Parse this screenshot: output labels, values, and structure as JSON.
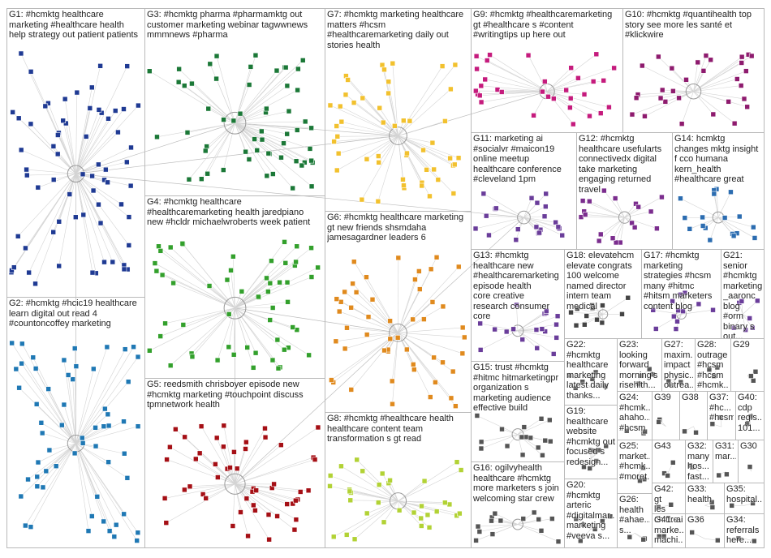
{
  "groups": [
    {
      "id": "G1",
      "label": "G1: #hcmktg healthcare\nmarketing #healthcare health\nhelp strategy out patient patients",
      "color": "#1f3a93"
    },
    {
      "id": "G2",
      "label": "G2: #hcmktg #hcic19 healthcare\nlearn digital out read 4\n#countoncoffey marketing",
      "color": "#1f78b4"
    },
    {
      "id": "G3",
      "label": "G3: #hcmktg pharma #pharmamktg out\ncustomer marketing webinar tagwwnews\nmmmnews #pharma",
      "color": "#1b7837"
    },
    {
      "id": "G4",
      "label": "G4: #hcmktg healthcare\n#healthcaremarketing health jaredpiano\nnew #hcldr michaelwroberts week patient",
      "color": "#33a02c"
    },
    {
      "id": "G5",
      "label": "G5: reedsmith chrisboyer episode new\n#hcmktg marketing #touchpoint discuss\ntpmnetwork health",
      "color": "#a50f15"
    },
    {
      "id": "G6",
      "label": "G6: #hcmktg healthcare marketing\ngt new friends shsmdaha\njamesagardner leaders 6",
      "color": "#e08a1e"
    },
    {
      "id": "G7",
      "label": "G7: #hcmktg marketing healthcare\nmatters #hcsm\n#healthcaremarketing daily out\nstories health",
      "color": "#f2c12e"
    },
    {
      "id": "G8",
      "label": "G8: #hcmktg #healthcare health\nhealthcare content team\ntransformation s gt read",
      "color": "#b2d235"
    },
    {
      "id": "G9",
      "label": "G9: #hcmktg #healthcaremarketing\ngt #healthcare s #content\n#writingtips up here out",
      "color": "#c51b7d"
    },
    {
      "id": "G10",
      "label": "G10: #hcmktg #quantihealth top\nstory see more les santé et\n#klickwire",
      "color": "#8e1b6e"
    },
    {
      "id": "G11",
      "label": "G11: marketing ai\n#socialvr #maicon19\nonline meetup\nhealthcare conference\n#cleveland 1pm",
      "color": "#6a3d9a"
    },
    {
      "id": "G12",
      "label": "G12: #hcmktg\nhealthcare usefularts\nconnectivedx digital\ntake marketing\nengaging returned\ntravel",
      "color": "#7b2d8e"
    },
    {
      "id": "G14",
      "label": "G14: hcmktg\nchanges mktg insight\nf cco humana\nkern_health\n#healthcare great",
      "color": "#2b6cb0"
    },
    {
      "id": "G13",
      "label": "G13: #hcmktg\nhealthcare new\n#healthcaremarketing\nepisode health\ncore creative\nresearch consumer\ncore",
      "color": "#6a3d9a"
    },
    {
      "id": "G18",
      "label": "G18: elevatehcm\nelevate congrats\n100 welcome\nnamed director\nintern team\nmedical",
      "color": "#444444"
    },
    {
      "id": "G17",
      "label": "G17: #hcmktg\nmarketing\nstrategies #hcsm\nmany #hitmc\n#hitsm marketers\ncontent blog",
      "color": "#6a3d9a"
    },
    {
      "id": "G21",
      "label": "G21:\nsenior\n#hcmktg\nmarketing\n_aaronc\nblog #orm\nbinary s\nout...",
      "color": "#6a3d9a"
    },
    {
      "id": "G15",
      "label": "G15: trust #hcmktg\n#hitmc hitmarketingpr\norganization s\nmarketing audience\neffective build",
      "color": "#555555"
    },
    {
      "id": "G22",
      "label": "G22:\n#hcmktg\nhealthcare\nmarketing\nlatest daily\nthanks...",
      "color": "#555555"
    },
    {
      "id": "G23",
      "label": "G23:\nlooking\nforward\nmorning's\nrisehlth...",
      "color": "#555555"
    },
    {
      "id": "G27",
      "label": "G27:\nmaxim...\nimpact\nphysic...\noutrea...",
      "color": "#555555"
    },
    {
      "id": "G28",
      "label": "G28:\noutrage\n#hcsm\n#hcsm\n#hcmk...",
      "color": "#555555"
    },
    {
      "id": "G29",
      "label": "G29",
      "color": "#555555"
    },
    {
      "id": "G19",
      "label": "G19:\nhealthcare\nwebsite\n#hcmktg out\nfocused s\nredesign...",
      "color": "#555555"
    },
    {
      "id": "G24",
      "label": "G24:\n#hcmk...\nahaho...\n#hcsm",
      "color": "#555555"
    },
    {
      "id": "G39",
      "label": "G39",
      "color": "#555555"
    },
    {
      "id": "G38",
      "label": "G38",
      "color": "#555555"
    },
    {
      "id": "G37",
      "label": "G37:\n#hc...\n#hcsm...",
      "color": "#555555"
    },
    {
      "id": "G40",
      "label": "G40:\ncdp\nregis...\n101...",
      "color": "#555555"
    },
    {
      "id": "G16",
      "label": "G16: ogilvyhealth\nhealthcare #hcmktg\nmore marketers s join\nwelcoming star crew",
      "color": "#555555"
    },
    {
      "id": "G25",
      "label": "G25:\nmarket...\n#hcmk...\n#moret...",
      "color": "#555555"
    },
    {
      "id": "G43",
      "label": "G43",
      "color": "#555555"
    },
    {
      "id": "G32",
      "label": "G32:\nmany\nhos...\nfast...",
      "color": "#555555"
    },
    {
      "id": "G31",
      "label": "G31:\nmar...",
      "color": "#555555"
    },
    {
      "id": "G30",
      "label": "G30",
      "color": "#555555"
    },
    {
      "id": "G20",
      "label": "G20:\n#hcmktg\narteric\n#digitalmar...\nmarketing\n#veeva s...",
      "color": "#555555"
    },
    {
      "id": "G42",
      "label": "G42: gt\nles\nchiffre...",
      "color": "#555555"
    },
    {
      "id": "G33",
      "label": "G33:\nhealth",
      "color": "#555555"
    },
    {
      "id": "G35",
      "label": "G35:\nhospital...",
      "color": "#555555"
    },
    {
      "id": "G26",
      "label": "G26:\nhealth\n#ahae...\ns...",
      "color": "#555555"
    },
    {
      "id": "G41",
      "label": "G41: ai\nmarke...\nmachi...",
      "color": "#555555"
    },
    {
      "id": "G36",
      "label": "G36",
      "color": "#555555"
    },
    {
      "id": "G34",
      "label": "G34:\nreferrals\nhere...",
      "color": "#555555"
    }
  ]
}
